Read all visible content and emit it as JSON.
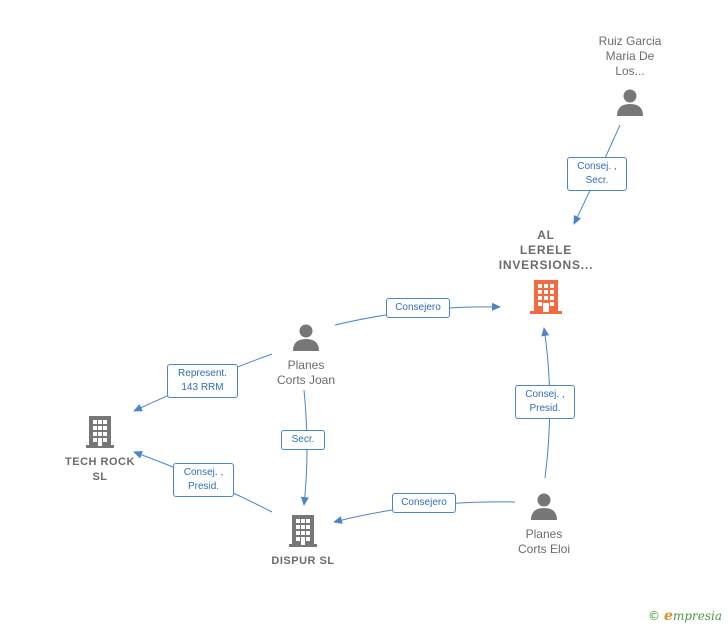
{
  "nodes": {
    "ruiz": {
      "label_lines": [
        "Ruiz Garcia",
        "Maria De",
        "Los..."
      ],
      "type": "person"
    },
    "al_lerele": {
      "label_lines": [
        "AL",
        "LERELE",
        "INVERSIONS..."
      ],
      "type": "company-main"
    },
    "planes_joan": {
      "label_lines": [
        "Planes",
        "Corts Joan"
      ],
      "type": "person"
    },
    "tech_rock": {
      "label_lines": [
        "TECH ROCK",
        "SL"
      ],
      "type": "company"
    },
    "dispur": {
      "label_lines": [
        "DISPUR SL"
      ],
      "type": "company"
    },
    "planes_eloi": {
      "label_lines": [
        "Planes",
        "Corts Eloi"
      ],
      "type": "person"
    }
  },
  "edges": {
    "ruiz_al": {
      "lines": [
        "Consej. ,",
        "Secr."
      ]
    },
    "joan_al": {
      "lines": [
        "Consejero"
      ]
    },
    "joan_tech": {
      "lines": [
        "Represent.",
        "143 RRM"
      ]
    },
    "joan_dispur": {
      "lines": [
        "Secr."
      ]
    },
    "dispur_tech": {
      "lines": [
        "Consej. ,",
        "Presid."
      ]
    },
    "eloi_al": {
      "lines": [
        "Consej. ,",
        "Presid."
      ]
    },
    "eloi_dispur": {
      "lines": [
        "Consejero"
      ]
    }
  },
  "colors": {
    "edge": "#4a86c8",
    "person_icon": "#777777",
    "company_icon": "#777777",
    "main_company_icon": "#f26a3d"
  },
  "footer": {
    "copyright": "©",
    "brand_first": "e",
    "brand_rest": "mpresia"
  }
}
